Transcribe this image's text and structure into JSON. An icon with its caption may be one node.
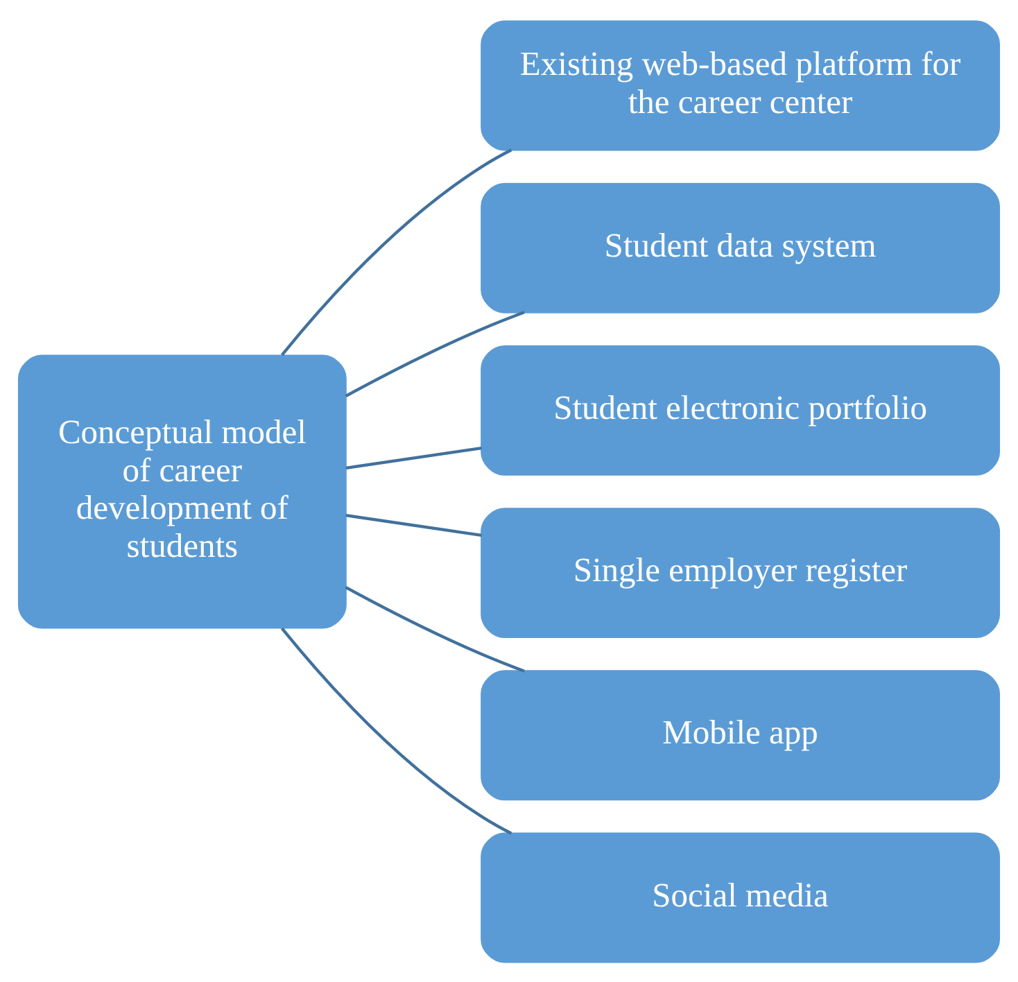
{
  "diagram": {
    "nodes": [
      {
        "text": [
          "Conceptual model of career development of students"
        ]
      },
      {
        "text": [
          "Existing web-based platform for the career center"
        ]
      },
      {
        "text": [
          "Student data system"
        ]
      },
      {
        "text": [
          "Student electronic portfolio"
        ]
      },
      {
        "text": [
          "Single employer register"
        ]
      },
      {
        "text": [
          "Mobile app"
        ]
      },
      {
        "text": [
          "Social media"
        ]
      }
    ],
    "edges": [
      {
        "from": 0,
        "to": 1,
        "arrow": "none"
      },
      {
        "from": 0,
        "to": 2,
        "arrow": "none"
      },
      {
        "from": 0,
        "to": 3,
        "arrow": "none"
      },
      {
        "from": 0,
        "to": 4,
        "arrow": "none"
      },
      {
        "from": 0,
        "to": 5,
        "arrow": "none"
      },
      {
        "from": 0,
        "to": 6,
        "arrow": "none"
      }
    ]
  }
}
